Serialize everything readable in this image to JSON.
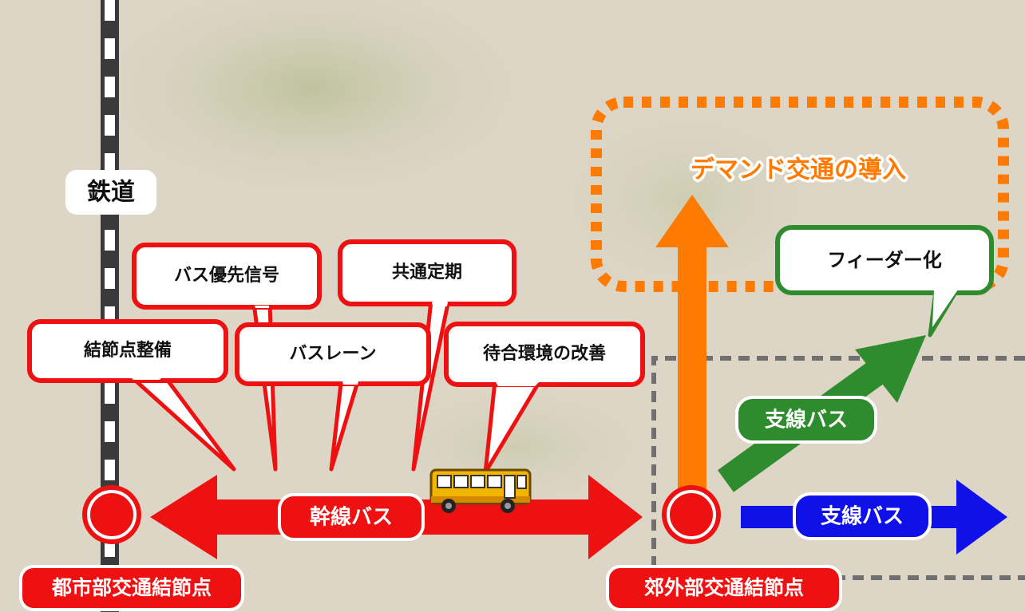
{
  "railway": {
    "label": "鉄道"
  },
  "trunk": {
    "label": "幹線バス",
    "measures": [
      "バス優先信号",
      "共通定期",
      "結節点整備",
      "バスレーン",
      "待合環境の改善"
    ]
  },
  "nodes": {
    "urban": "都市部交通結節点",
    "suburban": "郊外部交通結節点"
  },
  "demand": {
    "label": "デマンド交通の導入"
  },
  "feeder": {
    "label": "フィーダー化"
  },
  "branch": {
    "green_label": "支線バス",
    "blue_label": "支線バス"
  },
  "colors": {
    "red": "#ee1111",
    "orange": "#ff7a00",
    "green": "#2e8b2e",
    "blue": "#1010e8",
    "gray_dash": "#707070",
    "bus_body": "#f2b500"
  },
  "icons": {
    "vehicle": "bus-icon"
  }
}
